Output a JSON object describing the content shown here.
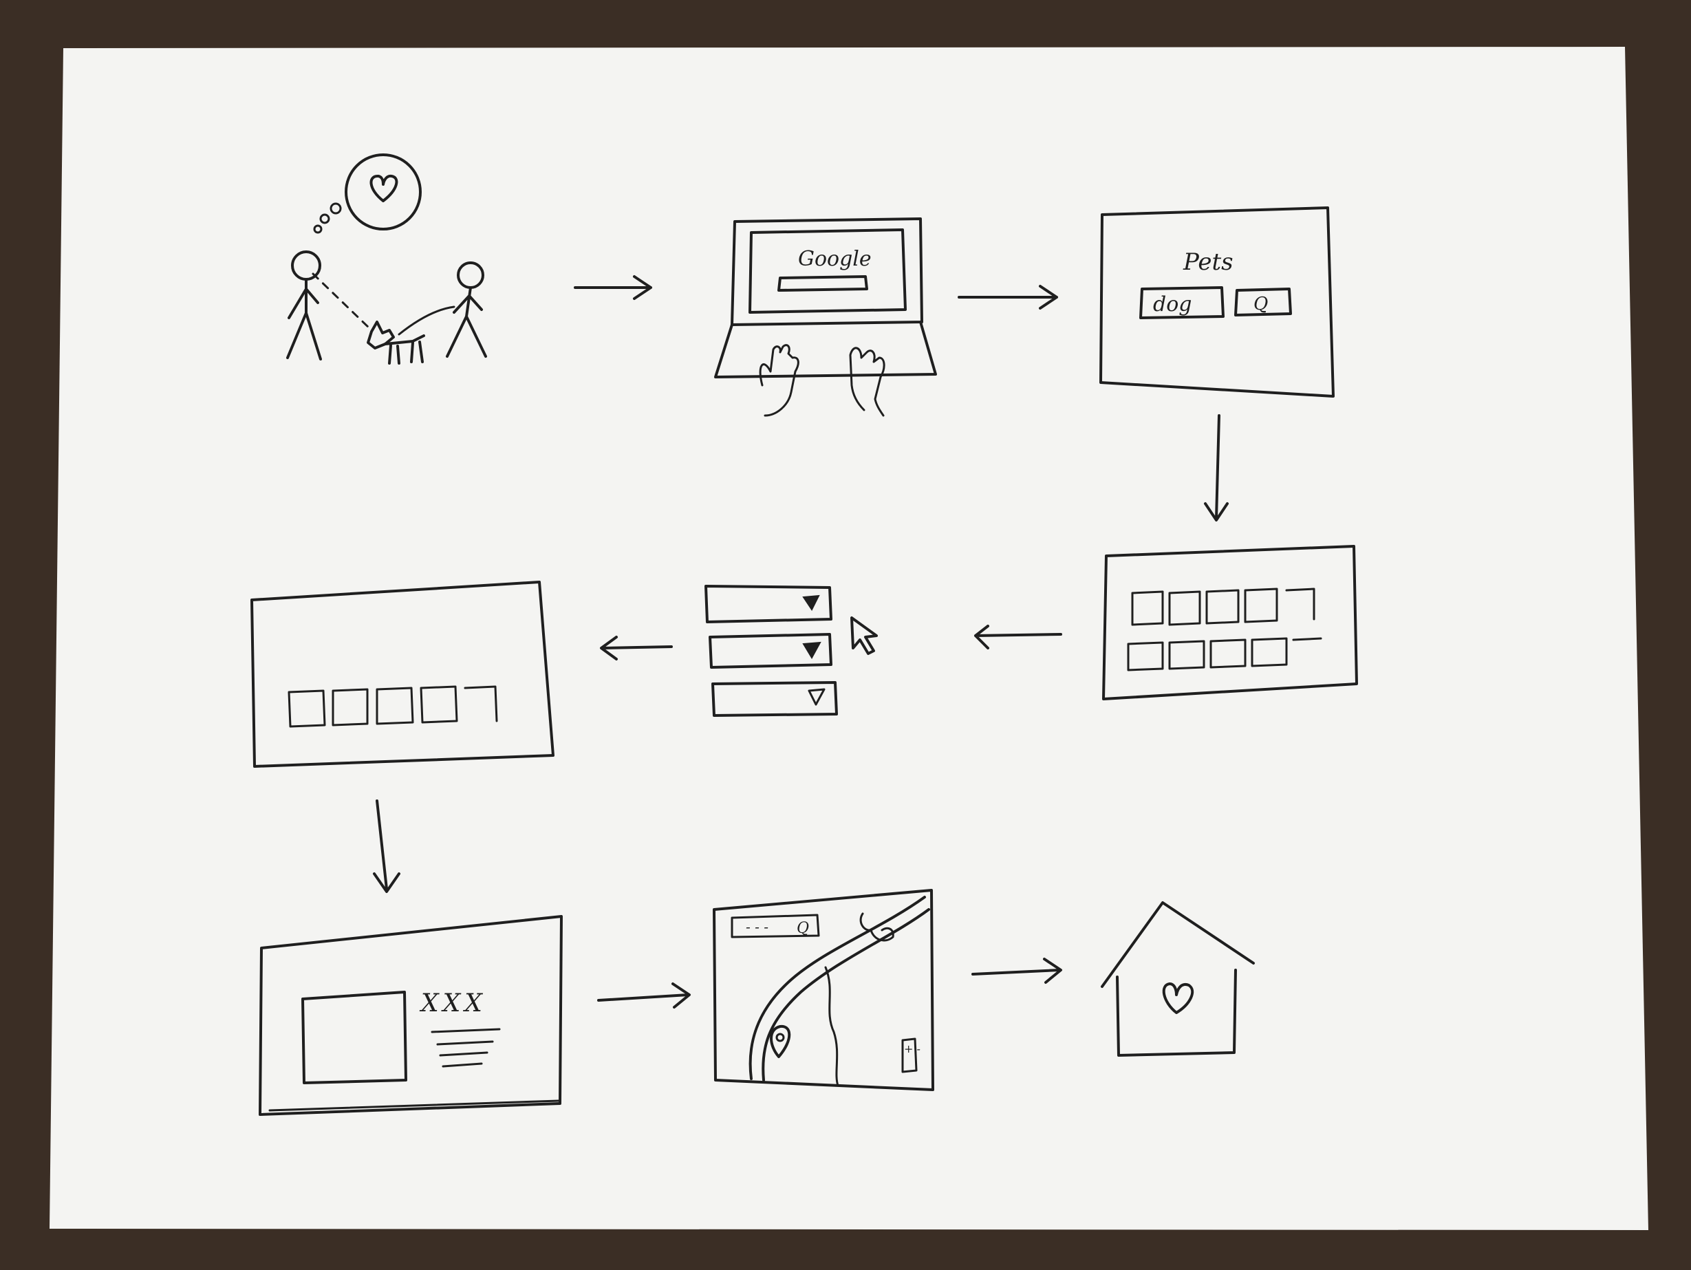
{
  "colors": {
    "table": "#3b2e25",
    "paper": "#f4f4f2",
    "ink": "#1f1f1f"
  },
  "sketch": {
    "search_engine_label": "Google",
    "site_title": "Pets",
    "search_query": "dog",
    "search_button_glyph": "Q",
    "detail_heading": "XXX",
    "map_search_placeholder": "- - -",
    "map_search_glyph": "Q",
    "map_zoom_controls": "+ -"
  },
  "steps": [
    {
      "id": 1,
      "icon": "person-walking-dog-icon",
      "description": "thought-heart"
    },
    {
      "id": 2,
      "icon": "laptop-typing-icon"
    },
    {
      "id": 3,
      "icon": "pet-site-search-icon"
    },
    {
      "id": 4,
      "icon": "results-grid-icon"
    },
    {
      "id": 5,
      "icon": "filter-dropdowns-icon"
    },
    {
      "id": 6,
      "icon": "filtered-results-icon"
    },
    {
      "id": 7,
      "icon": "pet-detail-page-icon"
    },
    {
      "id": 8,
      "icon": "map-directions-icon"
    },
    {
      "id": 9,
      "icon": "home-heart-icon"
    }
  ]
}
